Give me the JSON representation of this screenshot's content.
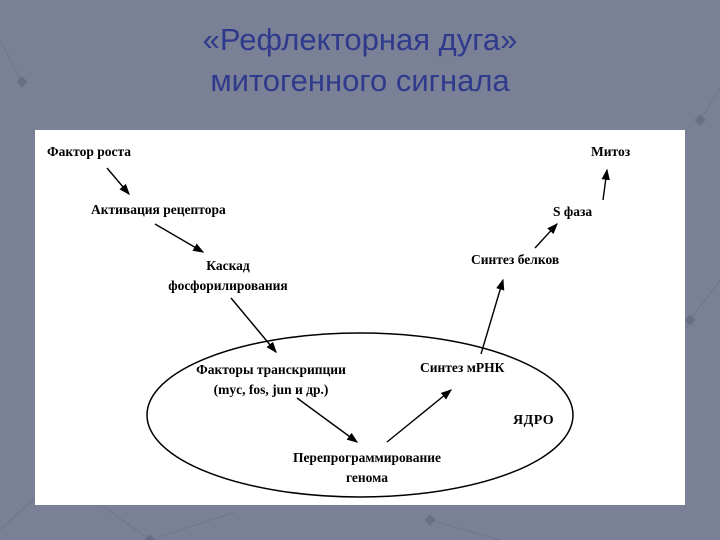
{
  "slide": {
    "title": {
      "line1": "«Рефлекторная дуга»",
      "line2": "митогенного сигнала"
    },
    "colors": {
      "background": "#7a8096",
      "title_text": "#2f3a8c",
      "panel": "#ffffff",
      "diagram_ink": "#000000"
    }
  },
  "diagram": {
    "growth_factor": "Фактор роста",
    "receptor_activation": "Активация рецептора",
    "cascade_line1": "Каскад",
    "cascade_line2": "фосфорилирования",
    "transcription_factors_line1": "Факторы транскрипции",
    "transcription_factors_line2": "(myc, fos, jun и др.)",
    "genome_reprogramming_line1": "Перепрограммирование",
    "genome_reprogramming_line2": "генома",
    "mrna_synthesis": "Синтез мРНК",
    "nucleus": "ЯДРО",
    "protein_synthesis": "Синтез белков",
    "s_phase": "S фаза",
    "mitosis": "Митоз"
  }
}
